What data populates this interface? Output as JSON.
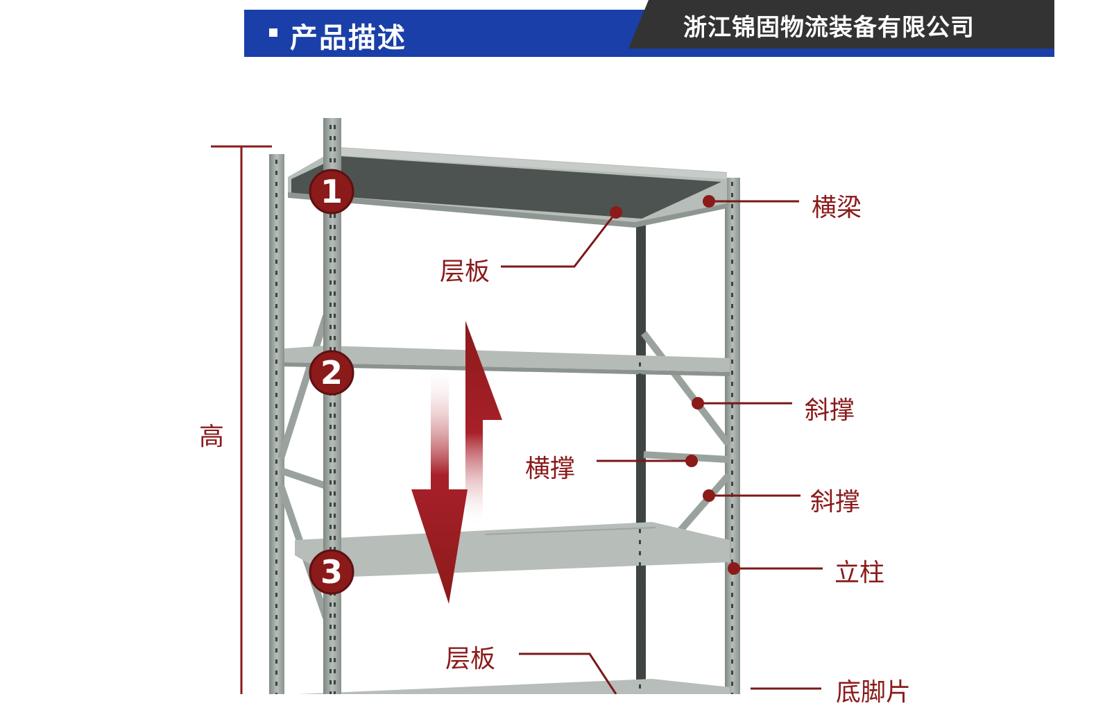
{
  "header": {
    "section_title": "产品描述",
    "company": "浙江锦固物流装备有限公司",
    "colors": {
      "blue": "#1a3fa8",
      "dark": "#333333"
    }
  },
  "diagram": {
    "height_label": "高",
    "shelf_numbers": [
      "1",
      "2",
      "3"
    ],
    "labels": {
      "crossbeam": "横梁",
      "shelf_board_top": "层板",
      "diagonal_brace_1": "斜撑",
      "cross_brace": "横撑",
      "diagonal_brace_2": "斜撑",
      "upright": "立柱",
      "shelf_board_bottom": "层板",
      "base_plate": "底脚片"
    },
    "colors": {
      "accent": "#8b1a1a",
      "steel": "#a9b0ab"
    }
  }
}
